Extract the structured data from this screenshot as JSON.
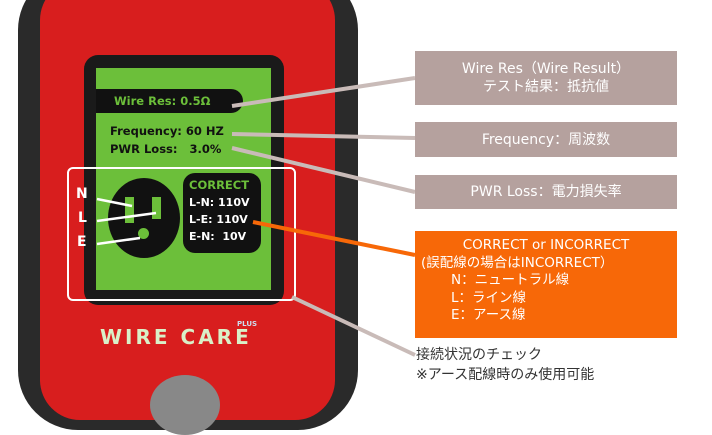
{
  "device": {
    "wire_res": "Wire Res: 0.5Ω",
    "frequency": "Frequency: 60 HZ",
    "pwr_loss": "PWR Loss:   3.0%",
    "status": "CORRECT",
    "readings": [
      "L-N: 110V",
      "L-E: 110V",
      "E-N:  10V"
    ],
    "terminals": [
      "N",
      "L",
      "E"
    ],
    "logo": "WIRE CARE",
    "logo_plus": "PLUS"
  },
  "callouts": {
    "wire_res": [
      "Wire Res（Wire Result）",
      "テスト結果：抵抗値"
    ],
    "frequency": "Frequency：周波数",
    "pwr_loss": "PWR Loss：電力損失率",
    "correct": [
      "CORRECT or INCORRECT",
      "(誤配線の場合はINCORRECT）",
      "N：ニュートラル線",
      "L：ライン線",
      "E：アース線"
    ],
    "note": [
      "接続状況のチェック",
      "※アース配線時のみ使用可能"
    ]
  },
  "colors": {
    "callout_gray": "#b5a19e",
    "callout_orange": "#f76808",
    "screen_green": "#6cbf3a",
    "device_red": "#d81e1e"
  }
}
